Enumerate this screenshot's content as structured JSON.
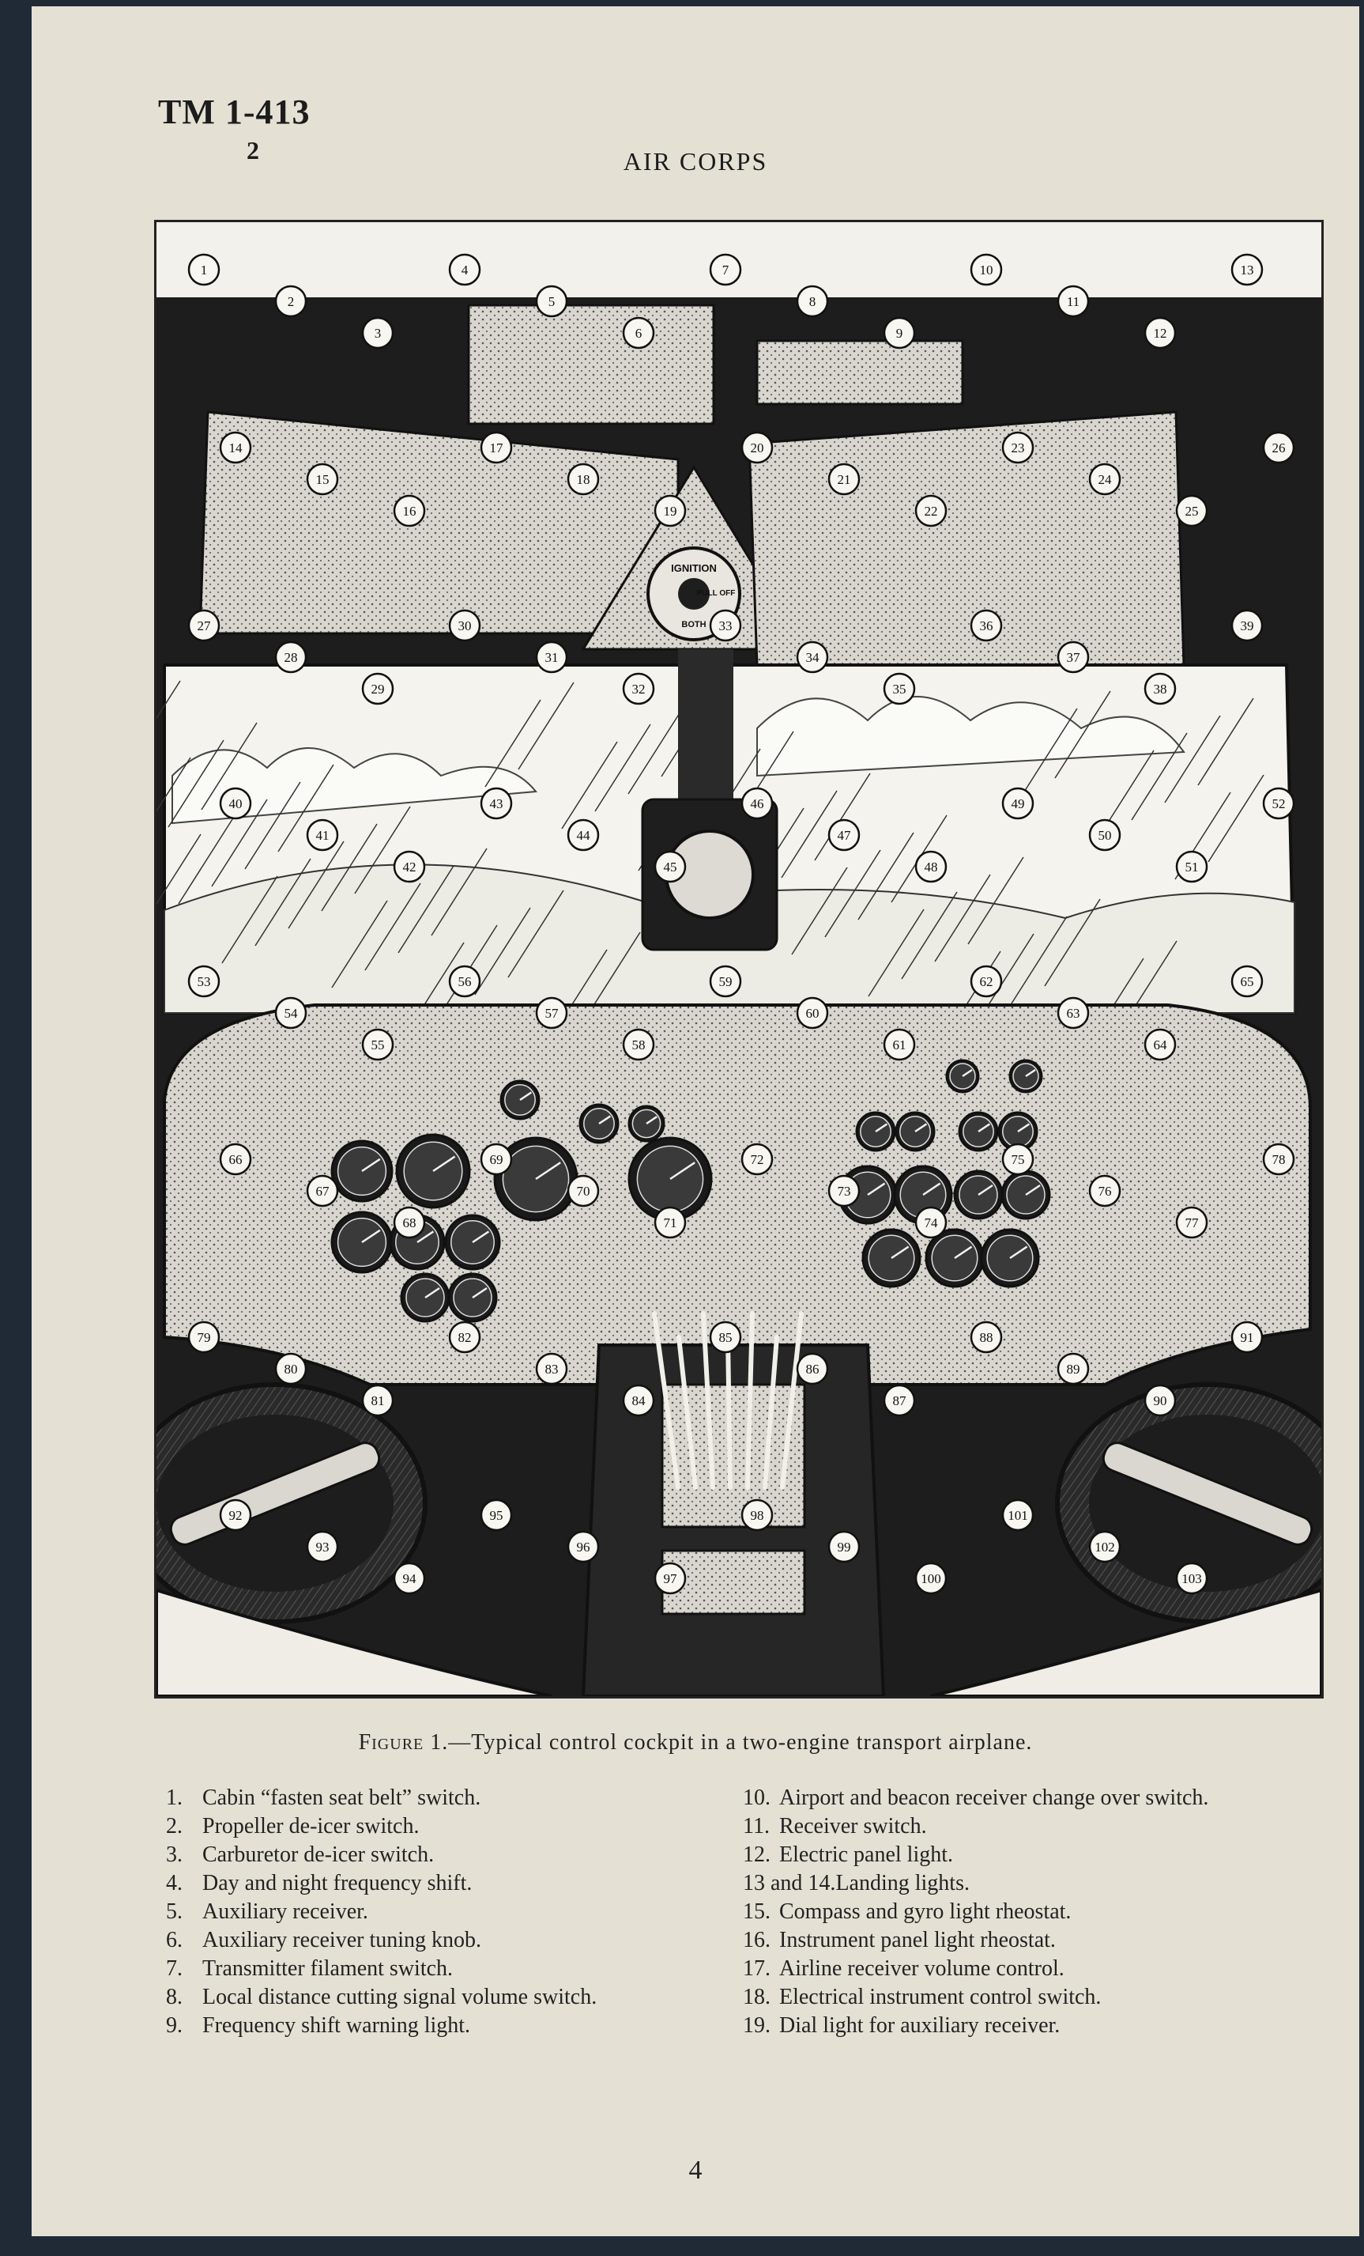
{
  "header": {
    "code": "TM 1-413",
    "page_index": "2",
    "title": "AIR CORPS"
  },
  "figure": {
    "caption_label": "Figure 1.",
    "caption_text": "—Typical control cockpit in a two-engine transport airplane.",
    "callout_count": 103,
    "panel_labels": {
      "ignition": "IGNITION",
      "both": "BOTH",
      "pull_off": "PULL OFF"
    }
  },
  "legend_left": [
    {
      "n": "1.",
      "text": "Cabin “fasten seat belt” switch."
    },
    {
      "n": "2.",
      "text": "Propeller de-icer switch."
    },
    {
      "n": "3.",
      "text": "Carburetor de-icer switch."
    },
    {
      "n": "4.",
      "text": "Day and night frequency shift."
    },
    {
      "n": "5.",
      "text": "Auxiliary receiver."
    },
    {
      "n": "6.",
      "text": "Auxiliary receiver tuning knob."
    },
    {
      "n": "7.",
      "text": "Transmitter filament switch."
    },
    {
      "n": "8.",
      "text": "Local distance cutting signal volume switch."
    },
    {
      "n": "9.",
      "text": "Frequency shift warning light."
    }
  ],
  "legend_right": [
    {
      "n": "10.",
      "text": "Airport and beacon receiver change over switch."
    },
    {
      "n": "11.",
      "text": "Receiver switch."
    },
    {
      "n": "12.",
      "text": "Electric panel light."
    },
    {
      "n": "13 and 14.",
      "text": "Landing lights."
    },
    {
      "n": "15.",
      "text": "Compass and gyro light rheostat."
    },
    {
      "n": "16.",
      "text": "Instrument panel light rheostat."
    },
    {
      "n": "17.",
      "text": "Airline receiver volume control."
    },
    {
      "n": "18.",
      "text": "Electrical instrument control switch."
    },
    {
      "n": "19.",
      "text": "Dial light for auxiliary receiver."
    }
  ],
  "page_number": "4",
  "colors": {
    "paper": "#e4e1d4",
    "ink": "#222222",
    "background": "#1f2a36"
  }
}
